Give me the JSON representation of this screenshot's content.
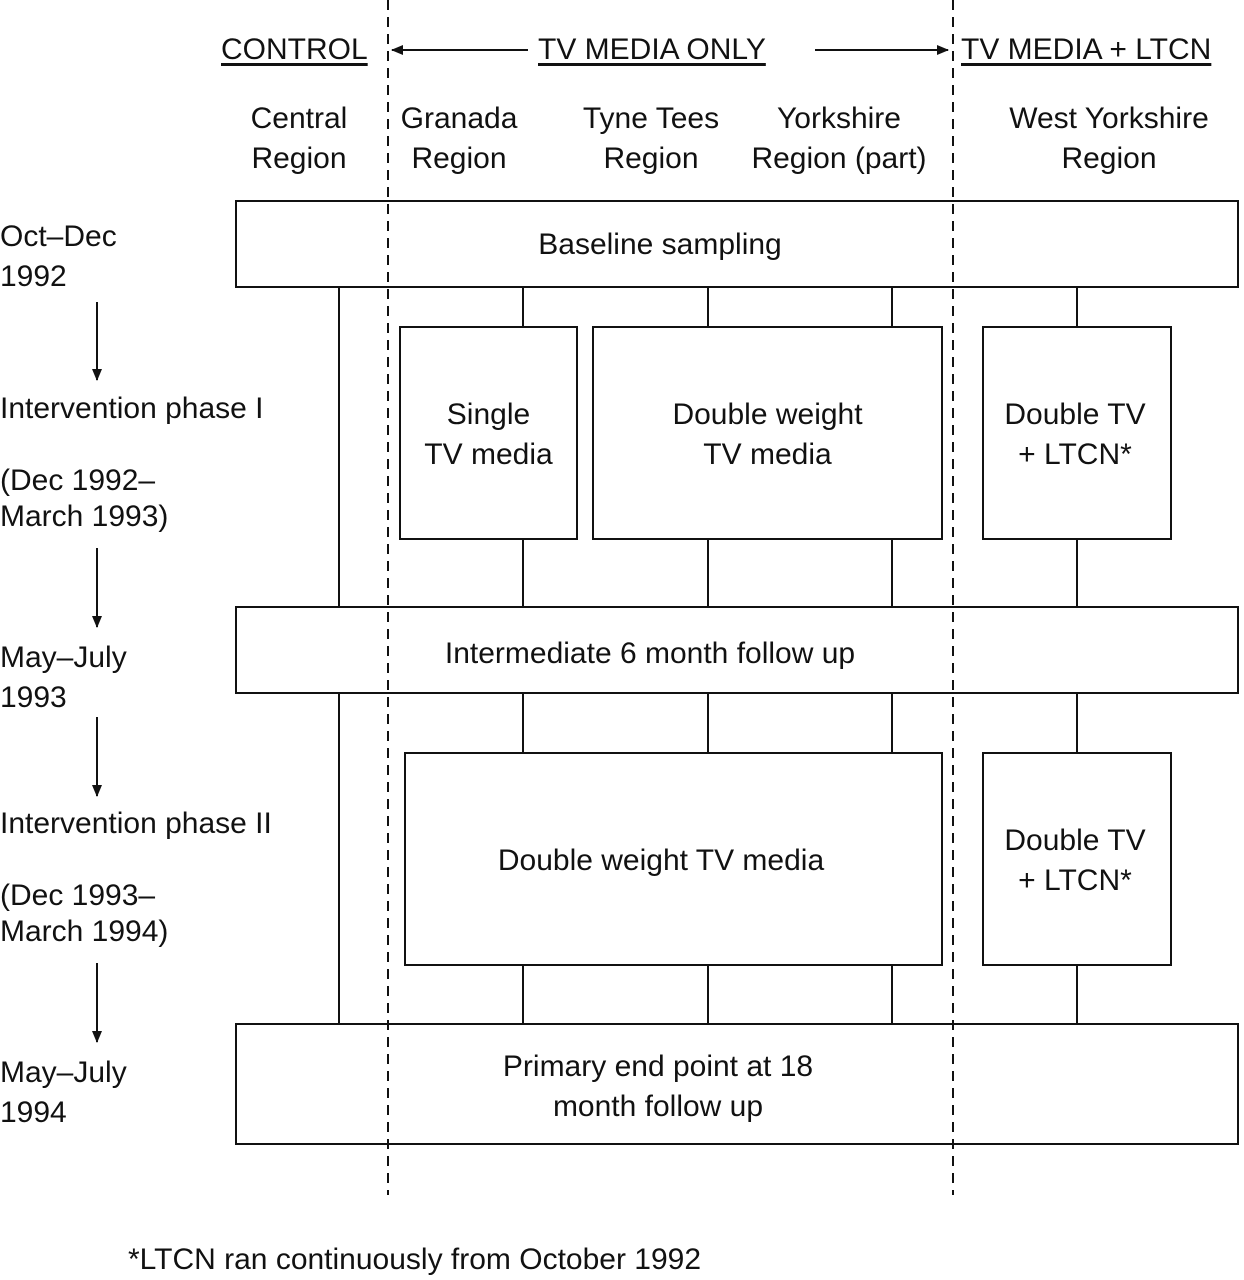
{
  "headers": {
    "control": "CONTROL",
    "tv_media_only": "TV MEDIA ONLY",
    "tv_media_ltcn": "TV MEDIA + LTCN"
  },
  "regions": {
    "central": "Central\nRegion",
    "granada": "Granada\nRegion",
    "tyne_tees": "Tyne Tees\nRegion",
    "yorkshire": "Yorkshire\nRegion (part)",
    "west_yorkshire": "West Yorkshire\nRegion"
  },
  "timeline": {
    "baseline": "Oct–Dec\n1992",
    "phase1_title": "Intervention phase I",
    "phase1_dates": "(Dec 1992–\nMarch 1993)",
    "intermediate": "May–July\n1993",
    "phase2_title": "Intervention phase II",
    "phase2_dates": "(Dec 1993–\nMarch 1994)",
    "primary": "May–July\n1994"
  },
  "boxes": {
    "baseline": "Baseline sampling",
    "single_tv": "Single\nTV media",
    "double_weight_1": "Double weight\nTV media",
    "double_tv_ltcn_1": "Double TV\n+ LTCN*",
    "intermediate": "Intermediate 6 month follow up",
    "double_weight_2": "Double weight TV media",
    "double_tv_ltcn_2": "Double TV\n+ LTCN*",
    "primary": "Primary end point at 18\nmonth follow up"
  },
  "footnote": "*LTCN ran continuously from October 1992"
}
